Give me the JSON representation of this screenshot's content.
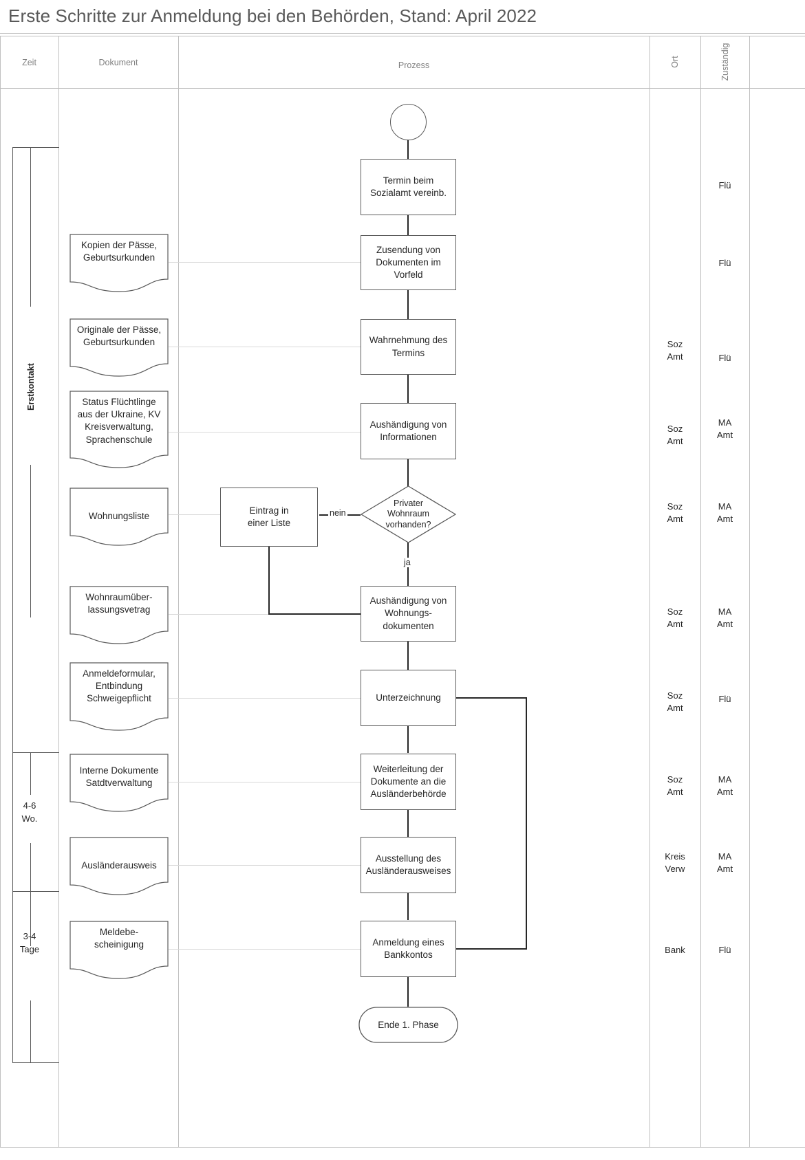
{
  "title": "Erste Schritte zur Anmeldung bei den Behörden, Stand: April 2022",
  "columns": {
    "zeit": "Zeit",
    "dokument": "Dokument",
    "prozess": "Prozess",
    "ort": "Ort",
    "zustaendig": "Zuständig"
  },
  "phases": [
    {
      "label": "Erstkontakt"
    }
  ],
  "times": [
    {
      "label": "4-6\nWo."
    },
    {
      "label": "3-4\nTage"
    }
  ],
  "nodes": {
    "start": "",
    "p1": "Termin beim\nSozialamt vereinb.",
    "p2": "Zusendung von\nDokumenten im\nVorfeld",
    "p3": "Wahrnehmung des\nTermins",
    "p4": "Aushändigung von\nInformationen",
    "d1": "Privater\nWohnraum\nvorhanden?",
    "p5": "Eintrag in\neiner Liste",
    "p6": "Aushändigung von\nWohnungs-\ndokumenten",
    "p7": "Unterzeichnung",
    "p8": "Weiterleitung der\nDokumente an die\nAusländerbehörde",
    "p9": "Ausstellung des\nAusländerausweises",
    "p10": "Anmeldung eines\nBankkontos",
    "end": "Ende 1. Phase"
  },
  "edge_labels": {
    "nein": "nein",
    "ja": "ja"
  },
  "documents": [
    {
      "id": "doc1",
      "text": "Kopien der Pässe,\nGeburtsurkunden"
    },
    {
      "id": "doc2",
      "text": "Originale der Pässe,\nGeburtsurkunden"
    },
    {
      "id": "doc3",
      "text": "Status Flüchtlinge\naus der Ukraine, KV\nKreisverwaltung,\nSprachenschule"
    },
    {
      "id": "doc4",
      "text": "Wohnungsliste"
    },
    {
      "id": "doc5",
      "text": "Wohnraumüber-\nlassungsvetrag"
    },
    {
      "id": "doc6",
      "text": "Anmeldeformular,\nEntbindung\nSchweigepflicht"
    },
    {
      "id": "doc7",
      "text": "Interne Dokumente\nSatdtverwaltung"
    },
    {
      "id": "doc8",
      "text": "Ausländerausweis"
    },
    {
      "id": "doc9",
      "text": "Meldebe-\nscheinigung"
    }
  ],
  "ort_values": [
    {
      "id": "ort3",
      "text": "Soz\nAmt"
    },
    {
      "id": "ort4",
      "text": "Soz\nAmt"
    },
    {
      "id": "ort5",
      "text": "Soz\nAmt"
    },
    {
      "id": "ort6",
      "text": "Soz\nAmt"
    },
    {
      "id": "ort7",
      "text": "Soz\nAmt"
    },
    {
      "id": "ort8",
      "text": "Soz\nAmt"
    },
    {
      "id": "ort9",
      "text": "Kreis\nVerw"
    },
    {
      "id": "ort10",
      "text": "Bank"
    }
  ],
  "zustaendig_values": [
    {
      "id": "z1",
      "text": "Flü"
    },
    {
      "id": "z2",
      "text": "Flü"
    },
    {
      "id": "z3",
      "text": "Flü"
    },
    {
      "id": "z4",
      "text": "MA\nAmt"
    },
    {
      "id": "z5",
      "text": "MA\nAmt"
    },
    {
      "id": "z6",
      "text": "MA\nAmt"
    },
    {
      "id": "z7",
      "text": "Flü"
    },
    {
      "id": "z8",
      "text": "MA\nAmt"
    },
    {
      "id": "z9",
      "text": "MA\nAmt"
    },
    {
      "id": "z10",
      "text": "Flü"
    }
  ],
  "colors": {
    "border": "#bfbfbf",
    "shape_stroke": "#5a5a5a",
    "connector": "#262626",
    "doc_link": "#d9d9d9",
    "header_text": "#808080",
    "title_text": "#595959"
  }
}
